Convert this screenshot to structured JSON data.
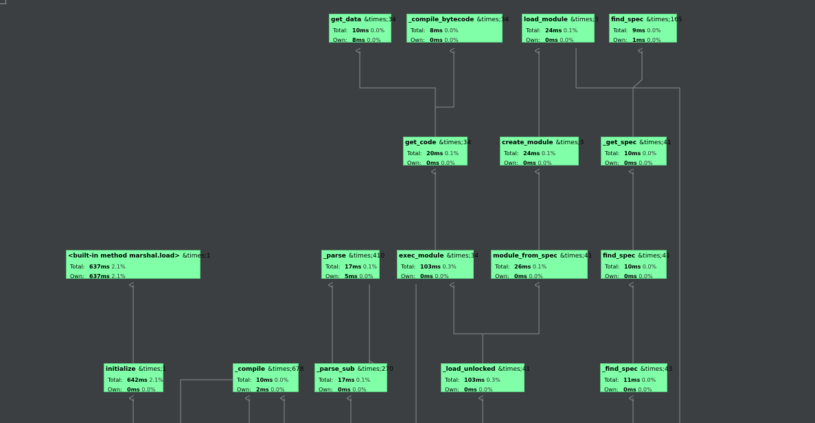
{
  "nodes": [
    {
      "id": "get_data",
      "name": "get_data",
      "count": "&times;34",
      "total": "10ms",
      "total_pct": "0.0%",
      "own": "8ms",
      "own_pct": "0.0%"
    },
    {
      "id": "compile_bytecode",
      "name": "_compile_bytecode",
      "count": "&times;34",
      "total": "8ms",
      "total_pct": "0.0%",
      "own": "0ms",
      "own_pct": "0.0%"
    },
    {
      "id": "load_module",
      "name": "load_module",
      "count": "&times;3",
      "total": "24ms",
      "total_pct": "0.1%",
      "own": "0ms",
      "own_pct": "0.0%"
    },
    {
      "id": "find_spec_top",
      "name": "find_spec",
      "count": "&times;165",
      "total": "9ms",
      "total_pct": "0.0%",
      "own": "1ms",
      "own_pct": "0.0%"
    },
    {
      "id": "get_code",
      "name": "get_code",
      "count": "&times;34",
      "total": "20ms",
      "total_pct": "0.1%",
      "own": "0ms",
      "own_pct": "0.0%"
    },
    {
      "id": "create_module",
      "name": "create_module",
      "count": "&times;3",
      "total": "24ms",
      "total_pct": "0.1%",
      "own": "0ms",
      "own_pct": "0.0%"
    },
    {
      "id": "get_spec",
      "name": "_get_spec",
      "count": "&times;41",
      "total": "10ms",
      "total_pct": "0.0%",
      "own": "0ms",
      "own_pct": "0.0%"
    },
    {
      "id": "marshal_load",
      "name": "<built-in method marshal.load>",
      "count": "&times;1",
      "total": "637ms",
      "total_pct": "2.1%",
      "own": "637ms",
      "own_pct": "2.1%"
    },
    {
      "id": "parse",
      "name": "_parse",
      "count": "&times;410",
      "total": "17ms",
      "total_pct": "0.1%",
      "own": "5ms",
      "own_pct": "0.0%"
    },
    {
      "id": "exec_module",
      "name": "exec_module",
      "count": "&times;34",
      "total": "103ms",
      "total_pct": "0.3%",
      "own": "0ms",
      "own_pct": "0.0%"
    },
    {
      "id": "module_from_spec",
      "name": "module_from_spec",
      "count": "&times;41",
      "total": "26ms",
      "total_pct": "0.1%",
      "own": "0ms",
      "own_pct": "0.0%"
    },
    {
      "id": "find_spec_mid",
      "name": "find_spec",
      "count": "&times;41",
      "total": "10ms",
      "total_pct": "0.0%",
      "own": "0ms",
      "own_pct": "0.0%"
    },
    {
      "id": "initialize",
      "name": "initialize",
      "count": "&times;1",
      "total": "642ms",
      "total_pct": "2.1%",
      "own": "0ms",
      "own_pct": "0.0%"
    },
    {
      "id": "compile",
      "name": "_compile",
      "count": "&times;678",
      "total": "10ms",
      "total_pct": "0.0%",
      "own": "2ms",
      "own_pct": "0.0%"
    },
    {
      "id": "parse_sub",
      "name": "_parse_sub",
      "count": "&times;270",
      "total": "17ms",
      "total_pct": "0.1%",
      "own": "0ms",
      "own_pct": "0.0%"
    },
    {
      "id": "load_unlocked",
      "name": "_load_unlocked",
      "count": "&times;41",
      "total": "103ms",
      "total_pct": "0.3%",
      "own": "0ms",
      "own_pct": "0.0%"
    },
    {
      "id": "find_spec_low",
      "name": "_find_spec",
      "count": "&times;43",
      "total": "11ms",
      "total_pct": "0.0%",
      "own": "0ms",
      "own_pct": "0.0%"
    }
  ],
  "labels": {
    "total": "Total:",
    "own": "Own:"
  }
}
